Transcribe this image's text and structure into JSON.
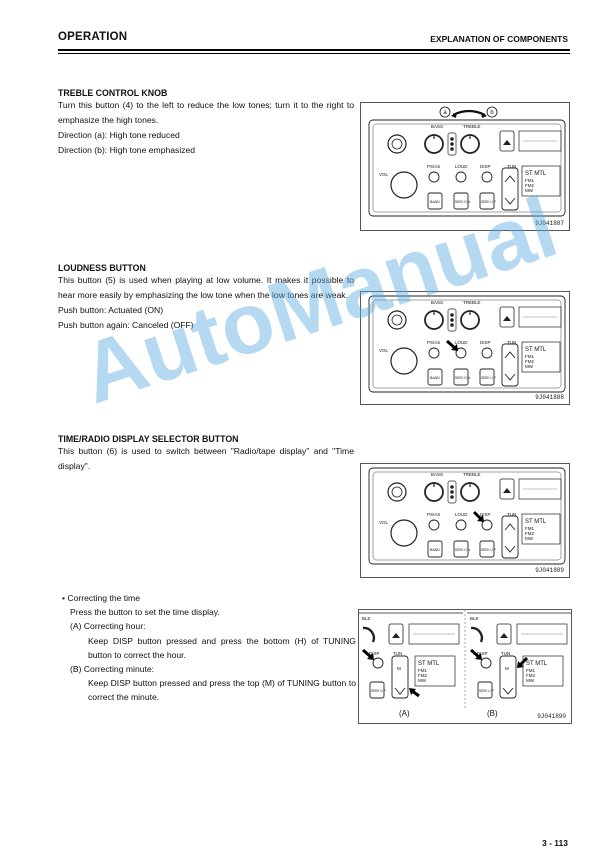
{
  "header": {
    "left": "OPERATION",
    "right": "EXPLANATION OF COMPONENTS"
  },
  "sections": [
    {
      "title": "TREBLE CONTROL KNOB",
      "lines": [
        "Turn this button (4) to the left to reduce the low tones; turn it to the right to emphasize the high tones.",
        "Direction (a): High tone reduced",
        "Direction (b): High tone emphasized"
      ]
    },
    {
      "title": "LOUDNESS BUTTON",
      "lines": [
        "This button (5) is used when playing at low volume. It makes it possible to hear more easily by emphasizing the low tone when the low tones are weak.",
        "Push button: Actuated (ON)",
        "Push button again: Canceled (OFF)"
      ]
    },
    {
      "title": "TIME/RADIO DISPLAY SELECTOR BUTTON",
      "lines": [
        "This button (6) is used to switch between \"Radio/tape display\" and \"Time display\"."
      ]
    }
  ],
  "bullet": {
    "head": "• Correcting the time",
    "intro": "Press the button to set the time display.",
    "a_label": "(A) Correcting hour:",
    "a_text": "Keep DISP button pressed and press the bottom (H) of TUNING button to correct the hour.",
    "b_label": "(B) Correcting minute:",
    "b_text": "Keep DISP button pressed and press the top (M) of TUNING button to correct the minute."
  },
  "figures": {
    "fig1_id": "9J041887",
    "fig2_id": "9J041888",
    "fig3_id": "9J041889",
    "fig4_id": "9J041890",
    "dir_a": "a",
    "dir_b": "b",
    "radio": {
      "bass": "BASS",
      "treble": "TREBLE",
      "vol": "VOL",
      "ps_as": "PS/AS",
      "loud": "LOUD",
      "disp": "DISP",
      "tun": "TUN",
      "band": "BAND",
      "seek_dn": "SEEK D N",
      "seek_up": "SEEK U P",
      "st_mtl": "ST MTL",
      "fm1": "FM1",
      "fm2": "FM2",
      "mw": "MW",
      "ble": "BLE",
      "h": "H",
      "m": "M"
    },
    "sub_a": "(A)",
    "sub_b": "(B)"
  },
  "watermark": "AutoManual",
  "page_number": "3 - 113"
}
